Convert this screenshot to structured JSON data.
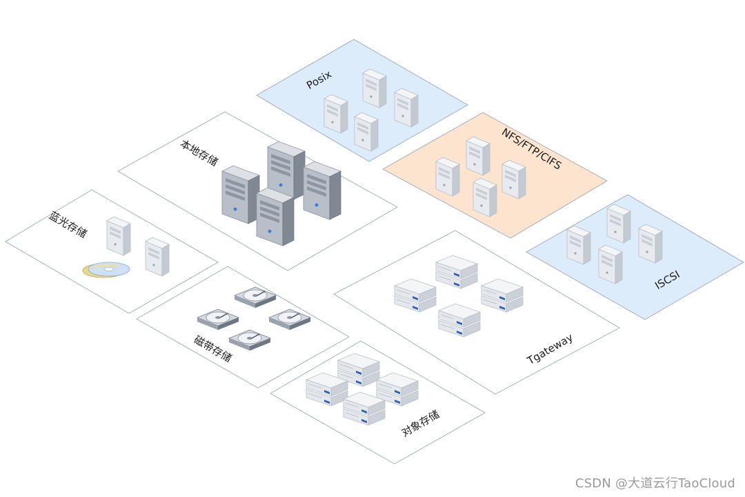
{
  "diagram": {
    "panels": [
      {
        "id": "posix",
        "label": "Posix",
        "color": "#dcecfa",
        "icon": "tower-server-icon"
      },
      {
        "id": "local",
        "label": "本地存储",
        "color": "#ffffff",
        "icon": "rack-tower-server-icon"
      },
      {
        "id": "nfs",
        "label": "NFS/FTP/CIFS",
        "color": "#fce4cf",
        "icon": "tower-server-icon"
      },
      {
        "id": "bluray",
        "label": "蓝光存储",
        "color": "#ffffff",
        "icon": "tower-server-icon"
      },
      {
        "id": "iscsi",
        "label": "ISCSI",
        "color": "#dcecfa",
        "icon": "tower-server-icon"
      },
      {
        "id": "tgateway",
        "label": "Tgateway",
        "color": "#ffffff",
        "icon": "flat-server-icon"
      },
      {
        "id": "tape",
        "label": "磁带存储",
        "color": "#ffffff",
        "icon": "hard-drive-icon"
      },
      {
        "id": "object",
        "label": "对象存储",
        "color": "#ffffff",
        "icon": "flat-server-icon"
      }
    ],
    "extra_icons": [
      "optical-disc-icon"
    ]
  },
  "watermark": "CSDN @大道云行TaoCloud",
  "colors": {
    "panel_stroke": "#9aa8b6",
    "server_light": "#eef0f3",
    "server_mid": "#c9ced6",
    "server_dark": "#9aa2ad"
  }
}
